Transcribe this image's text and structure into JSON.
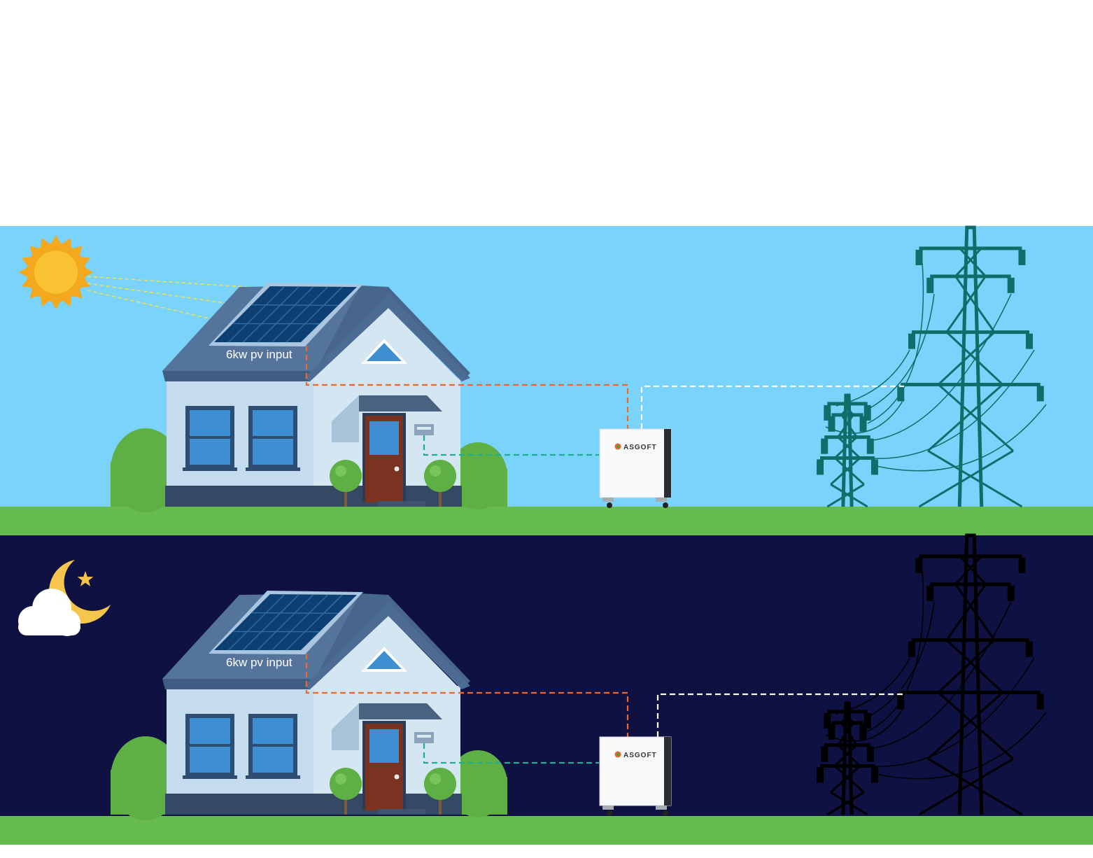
{
  "colors": {
    "day_sky": "#79d3fb",
    "night_sky": "#0e1142",
    "grass": "#66bb4e",
    "house_wall": "#c4dced",
    "roof": "#4c6b95",
    "solar_panel": "#0d3f73",
    "window": "#3d8fd1",
    "door": "#7a3221",
    "bush": "#5eb044",
    "pv_line": "#f0672e",
    "load_line": "#1fae8f",
    "grid_line": "#ffffff",
    "tower_day": "#0e6f6a",
    "tower_night": "#000000",
    "sun": "#f9c232",
    "moon": "#f5c64b"
  },
  "panels": [
    {
      "id": "day",
      "pv_label": "6kw pv input",
      "inverter_brand": "ASGOFT",
      "sky_icon": "sun-icon"
    },
    {
      "id": "night",
      "pv_label": "6kw pv input",
      "inverter_brand": "ASGOFT",
      "sky_icon": "moon-cloud-icon"
    }
  ]
}
